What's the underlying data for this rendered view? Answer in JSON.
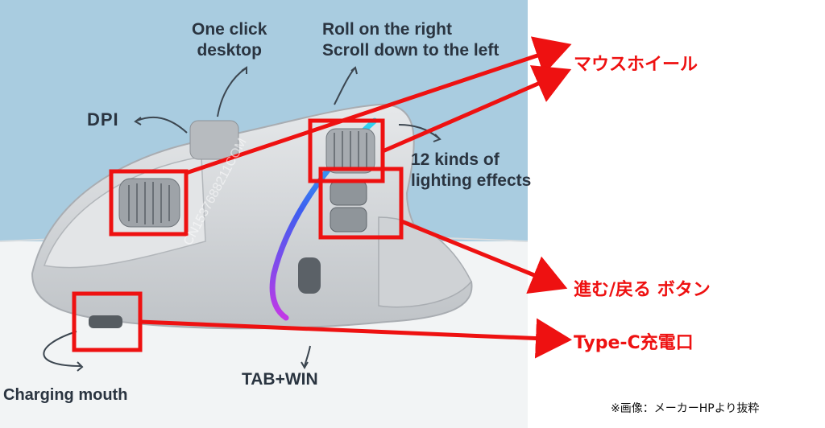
{
  "photo_labels": {
    "one_click": "One click\ndesktop",
    "roll": "Roll on the right\nScroll down to the left",
    "dpi": "DPI",
    "lighting": "12 kinds of\nlighting effects",
    "charging": "Charging mouth",
    "tab_win": "TAB+WIN",
    "watermark": "CN1537688211COM"
  },
  "annotations": {
    "wheel": "マウスホイール",
    "buttons": "進む/戻る ボタン",
    "typec": "Type-C充電口"
  },
  "credit": "※画像：メーカーHPより抜粋",
  "colors": {
    "annotation_red": "#ee1111",
    "sky_blue": "#a9cce0",
    "label_text": "#2a3440",
    "mouse_body": "#d9dcdf",
    "led_cyan": "#2fd8f0",
    "led_blue": "#3d5ff0",
    "led_magenta": "#c238e6"
  }
}
